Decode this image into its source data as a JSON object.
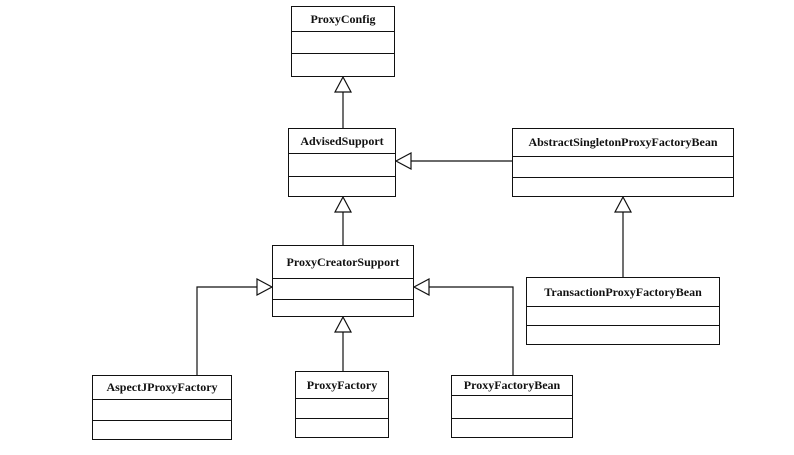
{
  "classes": {
    "proxy_config": "ProxyConfig",
    "advised_support": "AdvisedSupport",
    "abstract_singleton": "AbstractSingletonProxyFactoryBean",
    "proxy_creator_support": "ProxyCreatorSupport",
    "transaction_proxy": "TransactionProxyFactoryBean",
    "aspectj_proxy_factory": "AspectJProxyFactory",
    "proxy_factory": "ProxyFactory",
    "proxy_factory_bean": "ProxyFactoryBean"
  },
  "colors": {
    "line": "#111111",
    "background": "#ffffff"
  }
}
